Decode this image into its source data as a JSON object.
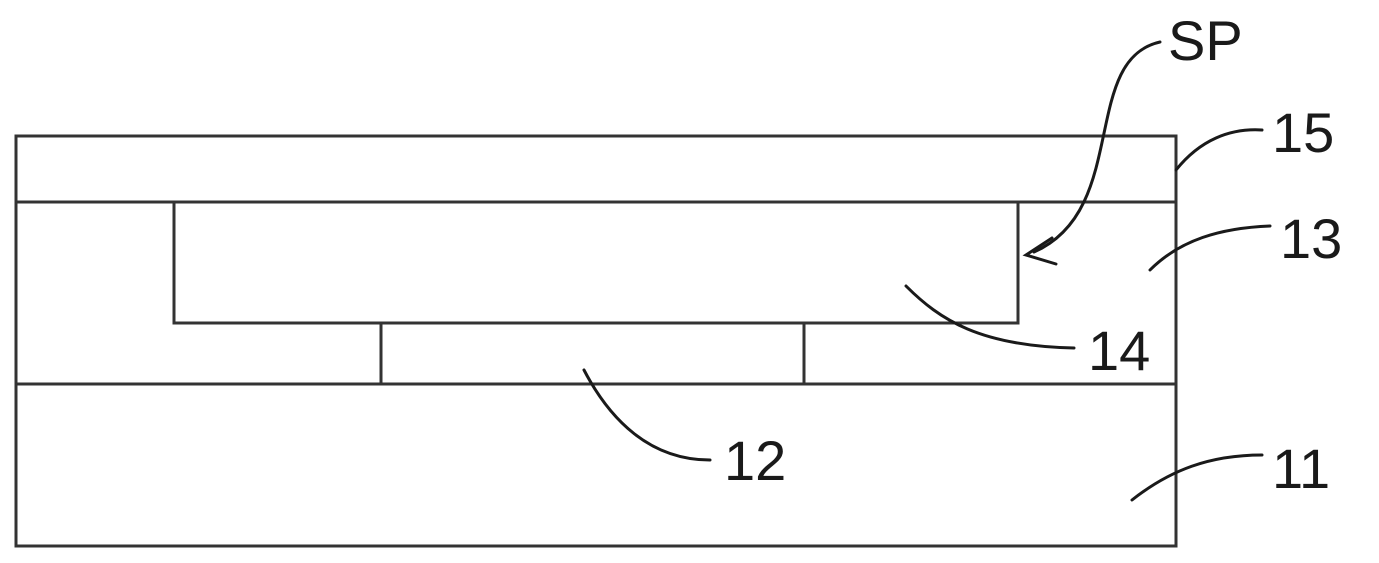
{
  "diagram": {
    "labels": {
      "sp": "SP",
      "l15": "15",
      "l13": "13",
      "l14": "14",
      "l12": "12",
      "l11": "11"
    },
    "colors": {
      "line": "#333333",
      "hatch": "#2a2a2a",
      "background": "#ffffff"
    }
  }
}
